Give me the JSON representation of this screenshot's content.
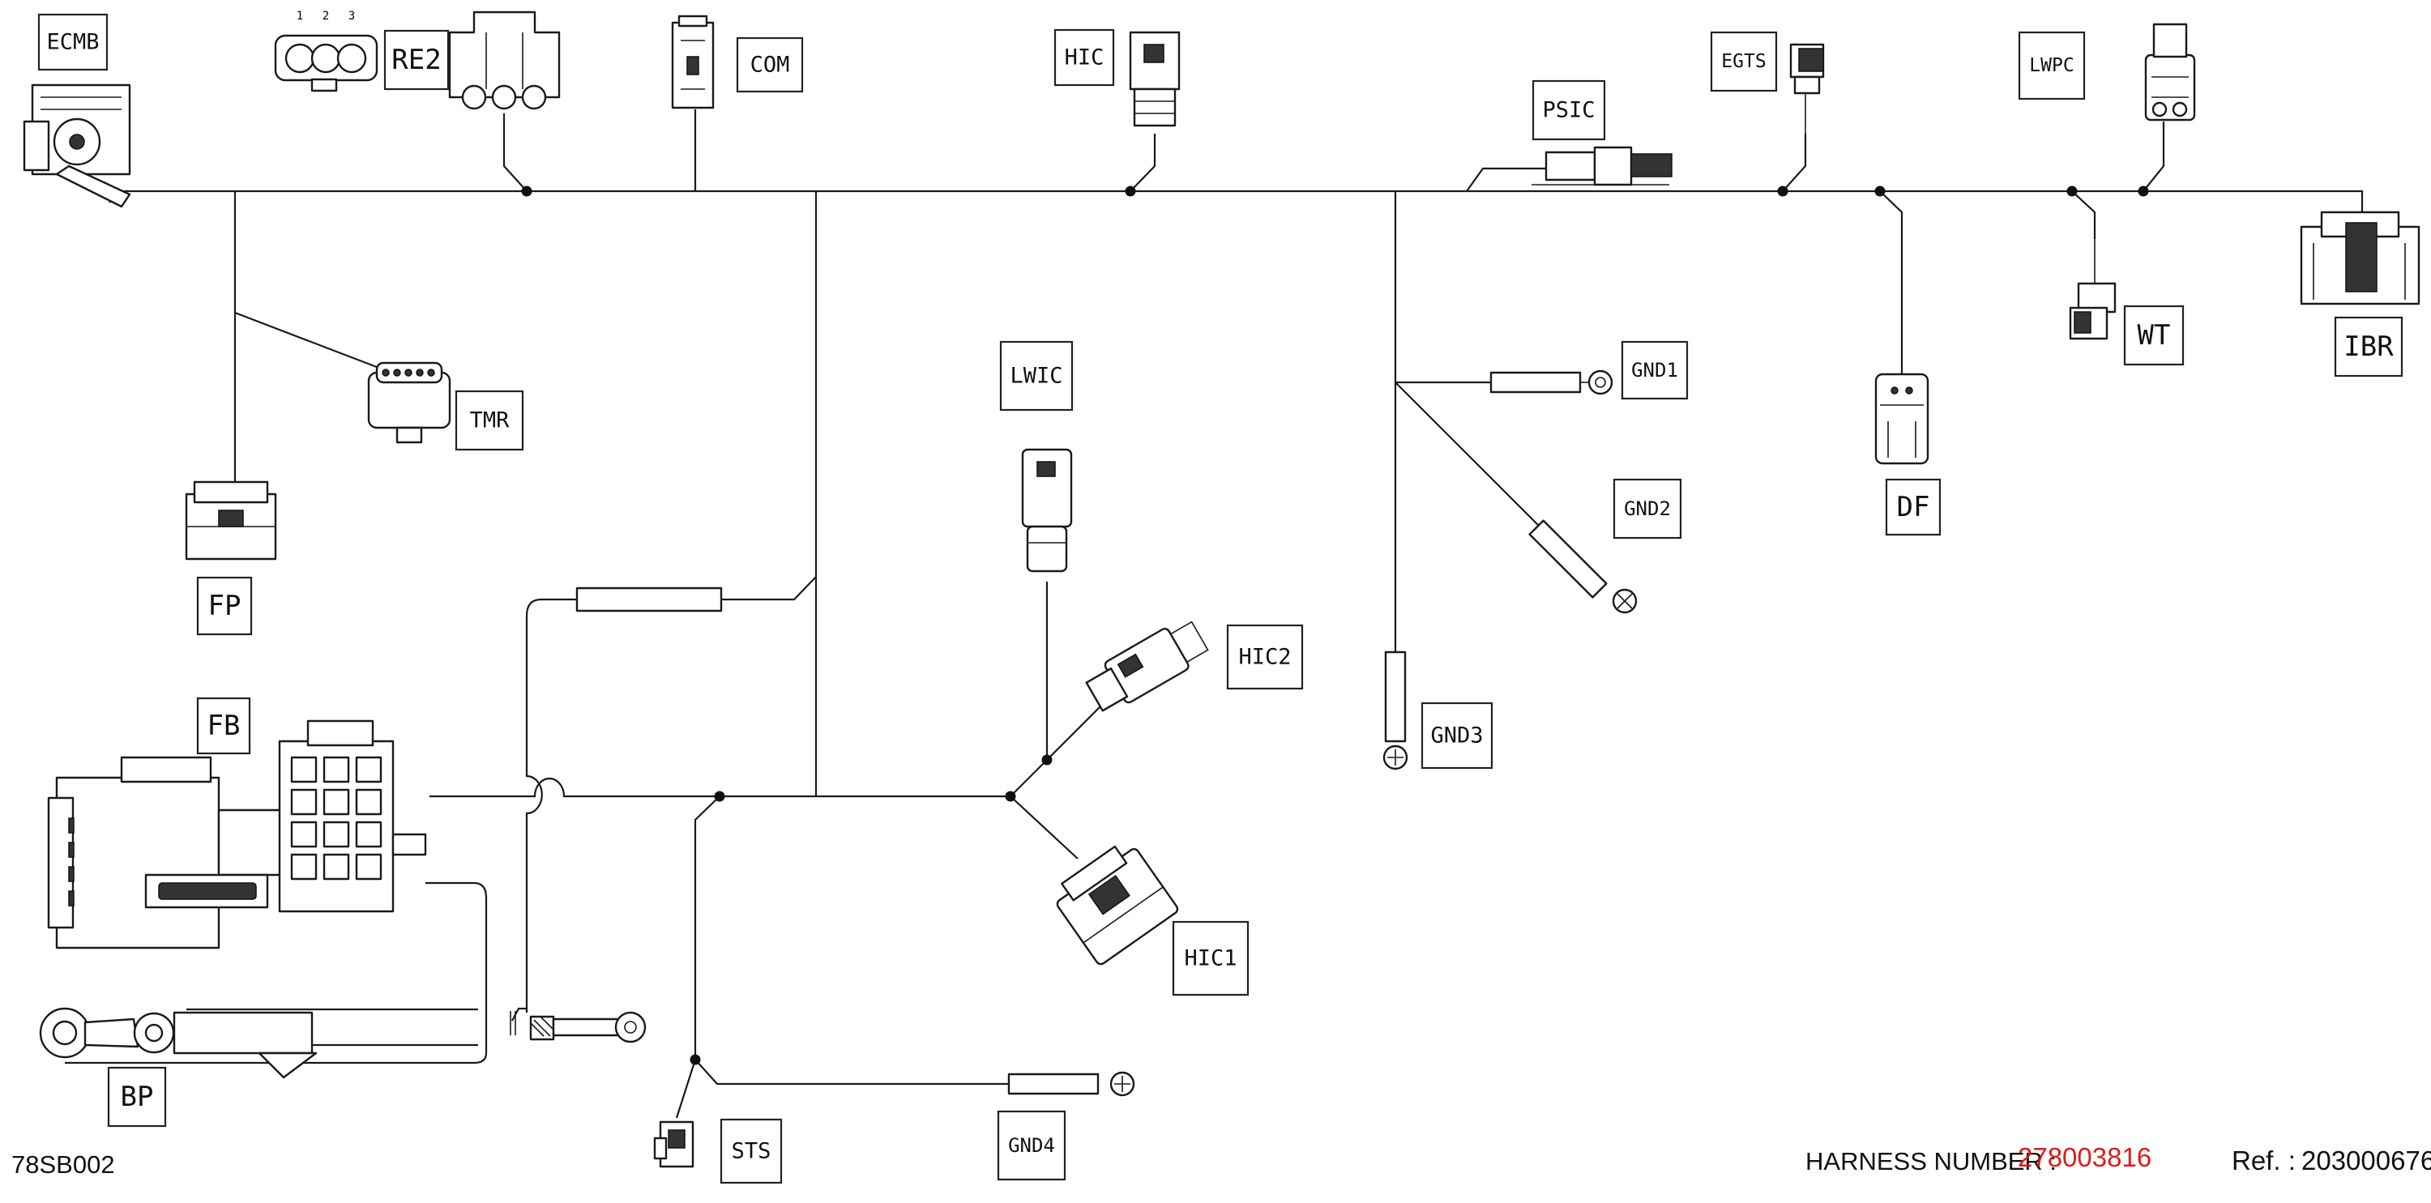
{
  "labels": {
    "ecmb": "ECMB",
    "re2": "RE2",
    "re2_pins": [
      "1",
      "2",
      "3"
    ],
    "com": "COM",
    "hic": "HIC",
    "psic": "PSIC",
    "egts": "EGTS",
    "lwpc": "LWPC",
    "ibr": "IBR",
    "wt": "WT",
    "df": "DF",
    "tmr": "TMR",
    "fp": "FP",
    "lwic": "LWIC",
    "gnd1": "GND1",
    "gnd2": "GND2",
    "gnd3": "GND3",
    "hic2": "HIC2",
    "fb": "FB",
    "hic1": "HIC1",
    "bp": "BP",
    "sts": "STS",
    "gnd4": "GND4"
  },
  "footer": {
    "diagram_code": "78SB002",
    "harness_label": "HARNESS NUMBER :",
    "harness_number": "278003816",
    "ref_label": "Ref. :",
    "ref_number": "203000676"
  },
  "colors": {
    "line": "#1a1a1a",
    "harness_number": "#e0191c"
  }
}
